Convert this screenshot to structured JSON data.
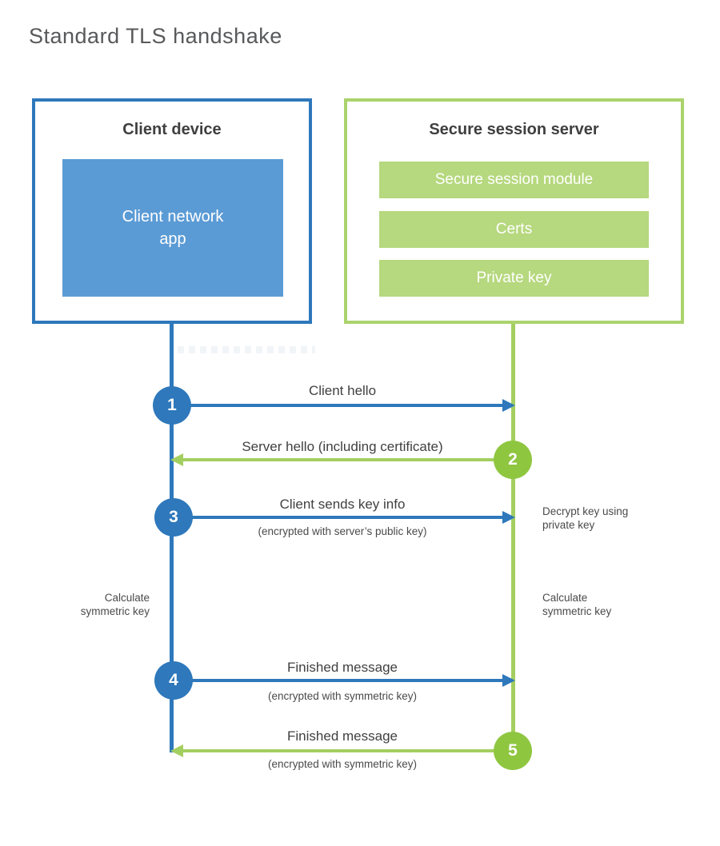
{
  "title": "Standard TLS handshake",
  "client": {
    "title": "Client device",
    "app_label": "Client network\napp"
  },
  "server": {
    "title": "Secure session server",
    "modules": [
      "Secure session module",
      "Certs",
      "Private key"
    ]
  },
  "steps": [
    {
      "num": "1",
      "label": "Client hello",
      "sub": ""
    },
    {
      "num": "2",
      "label": "Server hello (including certificate)",
      "sub": ""
    },
    {
      "num": "3",
      "label": "Client sends key info",
      "sub": "(encrypted with server’s public key)"
    },
    {
      "num": "4",
      "label": "Finished message",
      "sub": "(encrypted with symmetric key)"
    },
    {
      "num": "5",
      "label": "Finished message",
      "sub": "(encrypted with symmetric key)"
    }
  ],
  "notes": {
    "decrypt": "Decrypt key using\nprivate key",
    "calculate_left": "Calculate\nsymmetric key",
    "calculate_right": "Calculate\nsymmetric key"
  },
  "colors": {
    "blue": "#2e78bb",
    "blue_fill": "#5b9bd5",
    "green_circle": "#8fc640",
    "green_line": "#a3cf60",
    "green_border": "#abd36c",
    "green_fill": "#b6d87e"
  }
}
